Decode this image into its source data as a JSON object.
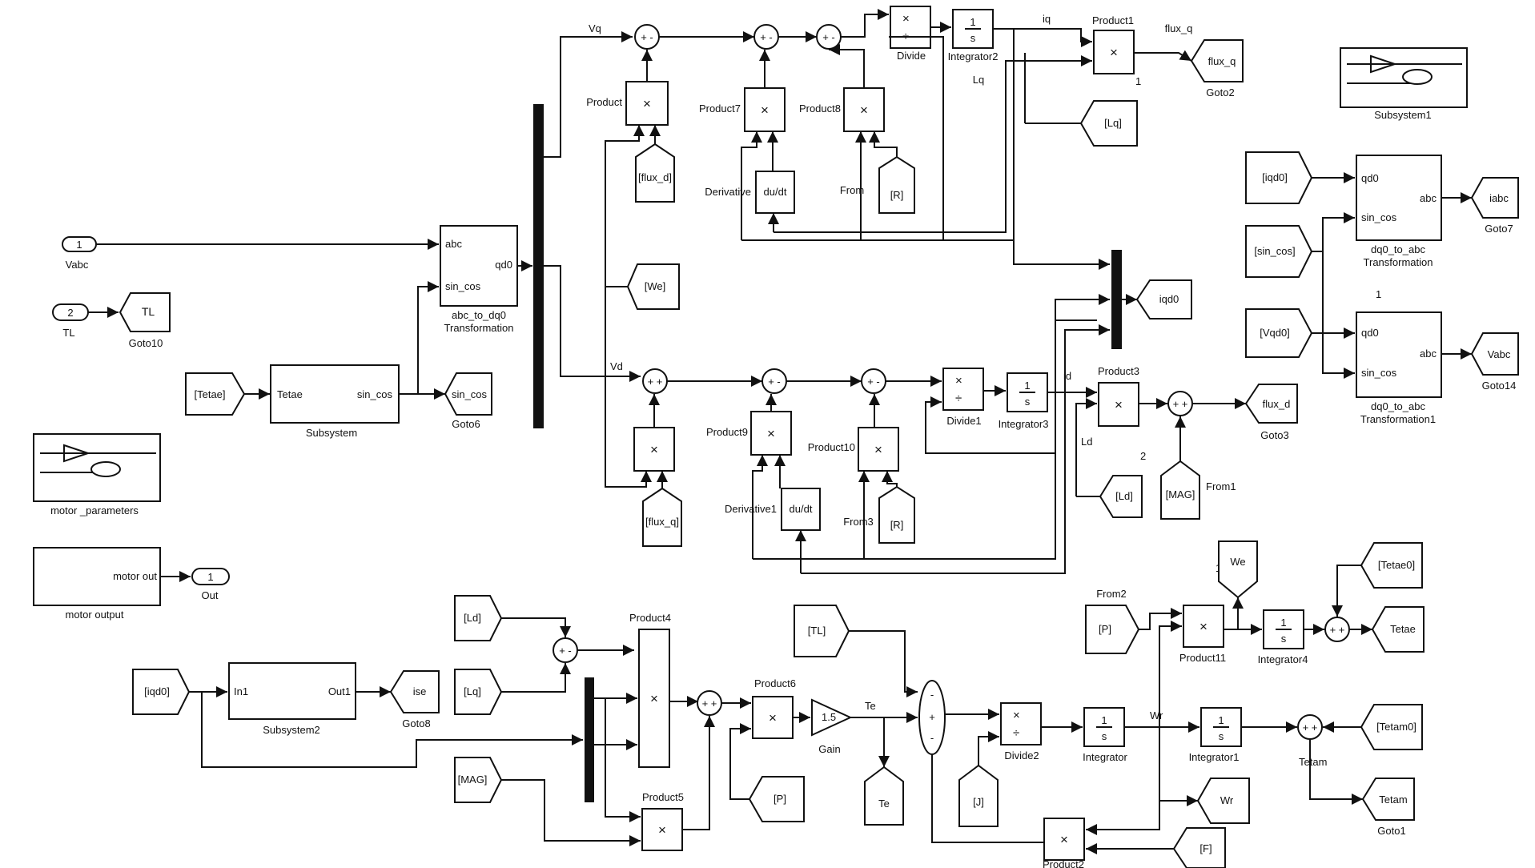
{
  "inports": {
    "vabc_num": "1",
    "vabc_name": "Vabc",
    "tl_num": "2",
    "tl_name": "TL"
  },
  "outport": {
    "num": "1",
    "name": "Out"
  },
  "goto": {
    "tl": "TL",
    "goto10": "Goto10",
    "sincos": "sin_cos",
    "goto6": "Goto6",
    "fluxq": "flux_q",
    "goto2": "Goto2",
    "fluxd": "flux_d",
    "goto3": "Goto3",
    "iqd0": "iqd0",
    "iabc": "iabc",
    "goto7": "Goto7",
    "vabc": "Vabc",
    "goto14": "Goto14",
    "ise": "ise",
    "goto8": "Goto8",
    "te": "Te",
    "we": "We",
    "tetae": "Tetae",
    "wr": "Wr",
    "tetam": "Tetam",
    "goto1": "Goto1"
  },
  "from": {
    "tetae": "[Tetae]",
    "fluxd": "[flux_d]",
    "fluxq": "[flux_q]",
    "we": "[We]",
    "r": "[R]",
    "r2": "[R]",
    "lq": "[Lq]",
    "ld": "[Ld]",
    "mag": "[MAG]",
    "iqd0": "[iqd0]",
    "sincos": "[sin_cos]",
    "vqd0": "[Vqd0]",
    "ld2": "[Ld]",
    "lq2": "[Lq]",
    "iqd0_2": "[iqd0]",
    "mag2": "[MAG]",
    "tl": "[TL]",
    "p": "[P]",
    "j": "[J]",
    "p2": "[P]",
    "f": "[F]",
    "tetae0": "[Tetae0]",
    "tetam0": "[Tetam0]"
  },
  "labels": {
    "abc_to_dq0_in1": "abc",
    "abc_to_dq0_in2": "sin_cos",
    "abc_to_dq0_out": "qd0",
    "abc_to_dq0_name1": "abc_to_dq0",
    "abc_to_dq0_name2": "Transformation",
    "subsystem_in": "Tetae",
    "subsystem_out": "sin_cos",
    "subsystem": "Subsystem",
    "motor_parameters": "motor _parameters",
    "motor_output_port": "motor out",
    "motor_output": "motor output",
    "vq": "Vq",
    "vd": "Vd",
    "iq": "iq",
    "id": "id",
    "lq": "Lq",
    "ld": "Ld",
    "one": "1",
    "two": "2",
    "one_b": "1",
    "one_c": "1",
    "product": "Product",
    "product7": "Product7",
    "product8": "Product8",
    "product1": "Product1",
    "product9": "Product9",
    "product10": "Product10",
    "product3": "Product3",
    "divide": "Divide",
    "divide1": "Divide1",
    "integrator2": "Integrator2",
    "integrator3": "Integrator3",
    "derivative": "Derivative",
    "derivative1": "Derivative1",
    "dudt": "du/dt",
    "dudt1": "du/dt",
    "from_r": "From",
    "from3": "From3",
    "from1": "From1",
    "flux_q_sig": "flux_q",
    "subsystem1": "Subsystem1",
    "dq0_abc_in1": "qd0",
    "dq0_abc_in2": "sin_cos",
    "dq0_abc_out": "abc",
    "dq0_abc_name1": "dq0_to_abc",
    "dq0_abc_name2": "Transformation",
    "dq0_abc1_in1": "qd0",
    "dq0_abc1_in2": "sin_cos",
    "dq0_abc1_out": "abc",
    "dq0_abc1_name1": "dq0_to_abc",
    "dq0_abc1_name2": "Transformation1",
    "subsystem2_in": "In1",
    "subsystem2_out": "Out1",
    "subsystem2": "Subsystem2",
    "product4": "Product4",
    "product5": "Product5",
    "product6": "Product6",
    "gain_val": "1.5",
    "gain": "Gain",
    "te_sig": "Te",
    "divide2": "Divide2",
    "integrator": "Integrator",
    "product2": "Product2",
    "wr_sig": "Wr",
    "integrator1": "Integrator1",
    "product11": "Product11",
    "integrator4": "Integrator4",
    "from2": "From2",
    "tetam_sig": "Tetam",
    "one_s": "1",
    "s": "s"
  }
}
